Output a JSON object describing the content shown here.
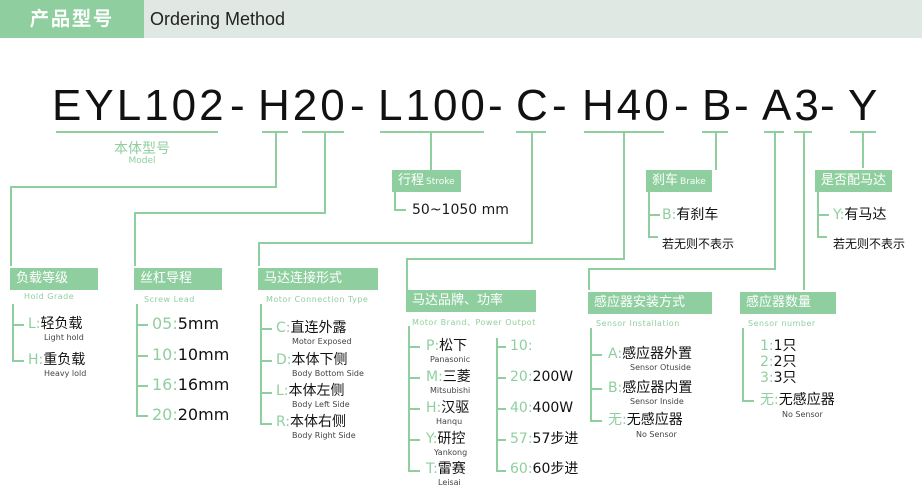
{
  "header": {
    "cn": "产品型号",
    "en": "Ordering Method"
  },
  "code_segments": [
    "EYL102",
    "-",
    "H20",
    "-",
    "L100",
    "-",
    "C",
    "-",
    "H40",
    "-",
    "B",
    "-",
    "A3",
    "-",
    "Y"
  ],
  "model": {
    "cn": "本体型号",
    "en": "Model"
  },
  "stroke": {
    "cn": "行程",
    "en": "Stroke",
    "value": "50~1050 mm"
  },
  "brake": {
    "cn": "刹车",
    "en": "Brake",
    "options": [
      {
        "code": "B:",
        "value": "有刹车"
      }
    ],
    "note": "若无则不表示"
  },
  "motor_direct": {
    "cn": "是否配马达",
    "options": [
      {
        "code": "Y:",
        "value": "有马达"
      }
    ],
    "note": "若无则不表示"
  },
  "hold_grade": {
    "cn": "负载等级",
    "en": "Hold Grade",
    "options": [
      {
        "code": "L:",
        "value": "轻负载",
        "en": "Light hold"
      },
      {
        "code": "H:",
        "value": "重负载",
        "en": "Heavy lold"
      }
    ]
  },
  "screw_lead": {
    "cn": "丝杠导程",
    "en": "Screw Lead",
    "options": [
      {
        "code": "05:",
        "value": "5mm"
      },
      {
        "code": "10:",
        "value": "10mm"
      },
      {
        "code": "16:",
        "value": "16mm"
      },
      {
        "code": "20:",
        "value": "20mm"
      }
    ]
  },
  "motor_connection": {
    "cn": "马达连接形式",
    "en": "Motor Connection Type",
    "options": [
      {
        "code": "C:",
        "value": "直连外露",
        "en": "Motor Exposed"
      },
      {
        "code": "D:",
        "value": "本体下侧",
        "en": "Body Bottom Side"
      },
      {
        "code": "L:",
        "value": "本体左侧",
        "en": "Body Left Side"
      },
      {
        "code": "R:",
        "value": "本体右侧",
        "en": "Body Right Side"
      }
    ]
  },
  "motor_brand": {
    "cn": "马达品牌、功率",
    "en": "Motor Brand、Power Outpot",
    "brands": [
      {
        "code": "P:",
        "value": "松下",
        "en": "Panasonic"
      },
      {
        "code": "M:",
        "value": "三菱",
        "en": "Mitsubishi"
      },
      {
        "code": "H:",
        "value": "汉驱",
        "en": "Hanqu"
      },
      {
        "code": "Y:",
        "value": "研控",
        "en": "Yankong"
      },
      {
        "code": "T:",
        "value": "雷赛",
        "en": "Leisai"
      }
    ],
    "powers": [
      {
        "code": "10:",
        "value": ""
      },
      {
        "code": "20:",
        "value": "200W"
      },
      {
        "code": "40:",
        "value": "400W"
      },
      {
        "code": "57:",
        "value": "57步进"
      },
      {
        "code": "60:",
        "value": "60步进"
      }
    ]
  },
  "sensor_install": {
    "cn": "感应器安装方式",
    "en": "Sensor Installation",
    "options": [
      {
        "code": "A:",
        "value": "感应器外置",
        "en": "Sensor Otuside"
      },
      {
        "code": "B:",
        "value": "感应器内置",
        "en": "Sensor Inside"
      },
      {
        "code": "无:",
        "value": "无感应器",
        "en": "No Sensor"
      }
    ]
  },
  "sensor_number": {
    "cn": "感应器数量",
    "en": "Sensor number",
    "options": [
      {
        "code": "1:",
        "value": "1只"
      },
      {
        "code": "2:",
        "value": "2只"
      },
      {
        "code": "3:",
        "value": "3只"
      },
      {
        "code": "无:",
        "value": "无感应器",
        "en": "No Sensor"
      }
    ]
  },
  "colors": {
    "accent": "#8fcf9f",
    "header_bg": "#dfe8e2"
  }
}
